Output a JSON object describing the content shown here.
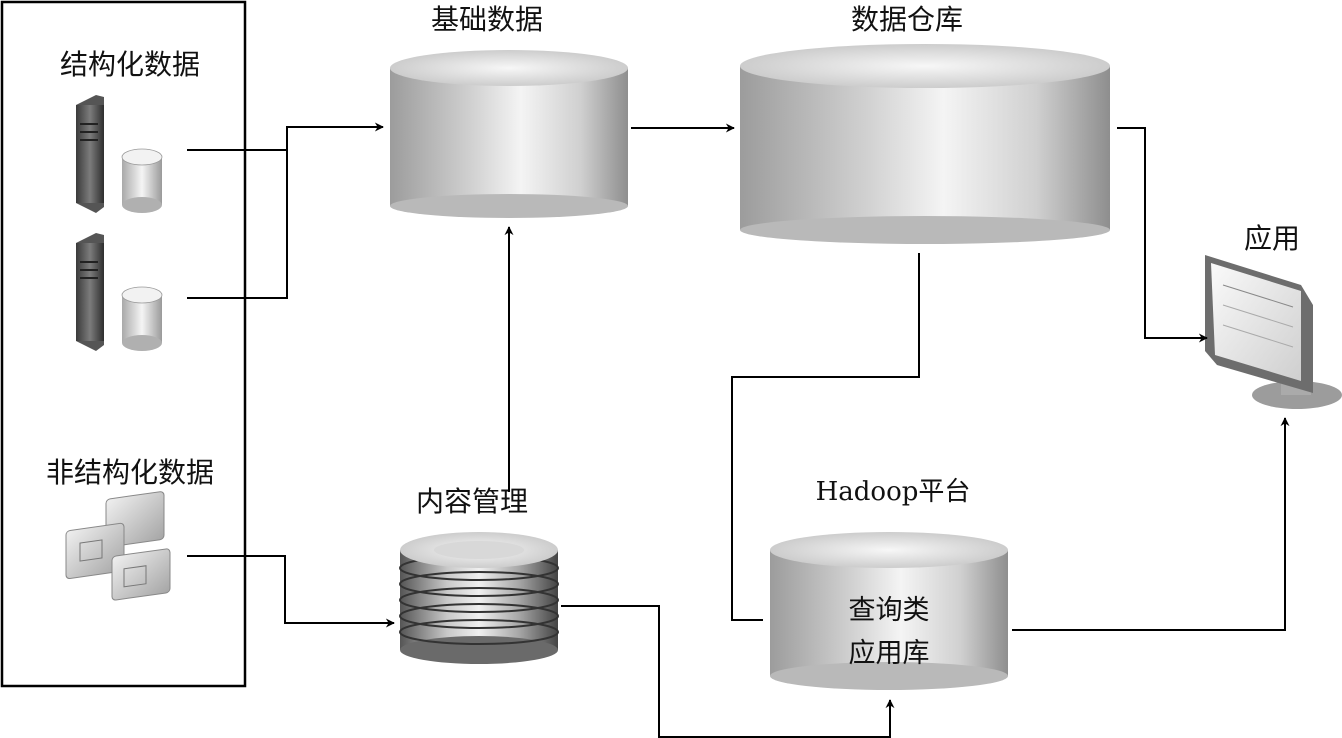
{
  "source_box": {
    "structured_label": "结构化数据",
    "unstructured_label": "非结构化数据"
  },
  "nodes": {
    "base_data": {
      "label": "基础数据"
    },
    "data_warehouse": {
      "label": "数据仓库"
    },
    "application": {
      "label": "应用"
    },
    "content_mgmt": {
      "label": "内容管理"
    },
    "hadoop": {
      "label": "Hadoop平台",
      "inner_line1": "查询类",
      "inner_line2": "应用库"
    }
  },
  "icons": {
    "server_1": "server-database-icon",
    "server_2": "server-database-icon",
    "documents": "document-stack-icon",
    "monitor": "monitor-icon",
    "disk_stack": "disk-stack-icon"
  }
}
